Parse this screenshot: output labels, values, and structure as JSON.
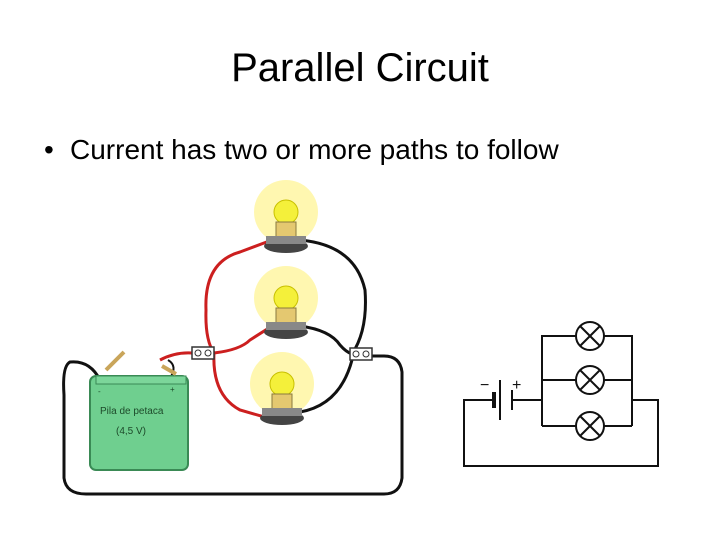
{
  "slide": {
    "title": "Parallel Circuit",
    "bullets": [
      {
        "marker": "•",
        "text": "Current has two or more paths to follow"
      }
    ]
  },
  "battery": {
    "label_line1": "Pila de petaca",
    "label_line2": "(4,5 V)",
    "minus_sign": "-",
    "plus_sign": "+",
    "body_color": "#6fcf8f"
  },
  "schematic": {
    "minus_sign": "−",
    "plus_sign": "+"
  },
  "colors": {
    "wire_red": "#cc1f1f",
    "wire_black": "#111111",
    "bulb_glow": "#fff7b0",
    "bulb_glass": "#f4f03a"
  }
}
